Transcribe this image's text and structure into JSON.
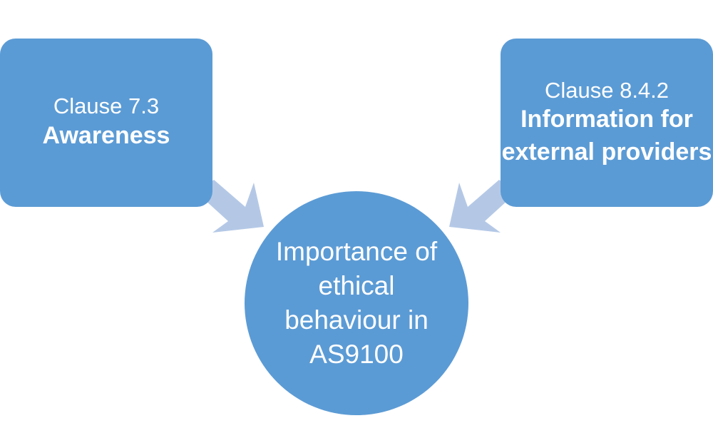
{
  "diagram": {
    "colors": {
      "box_fill": "#5b9bd5",
      "arrow_fill": "#b4c8e6",
      "text": "#ffffff",
      "background": "#ffffff"
    },
    "left_box": {
      "clause": "Clause 7.3",
      "topic": "Awareness"
    },
    "right_box": {
      "clause": "Clause 8.4.2",
      "topic": "Information for external providers"
    },
    "center": {
      "text": "Importance of ethical behaviour in AS9100"
    }
  }
}
